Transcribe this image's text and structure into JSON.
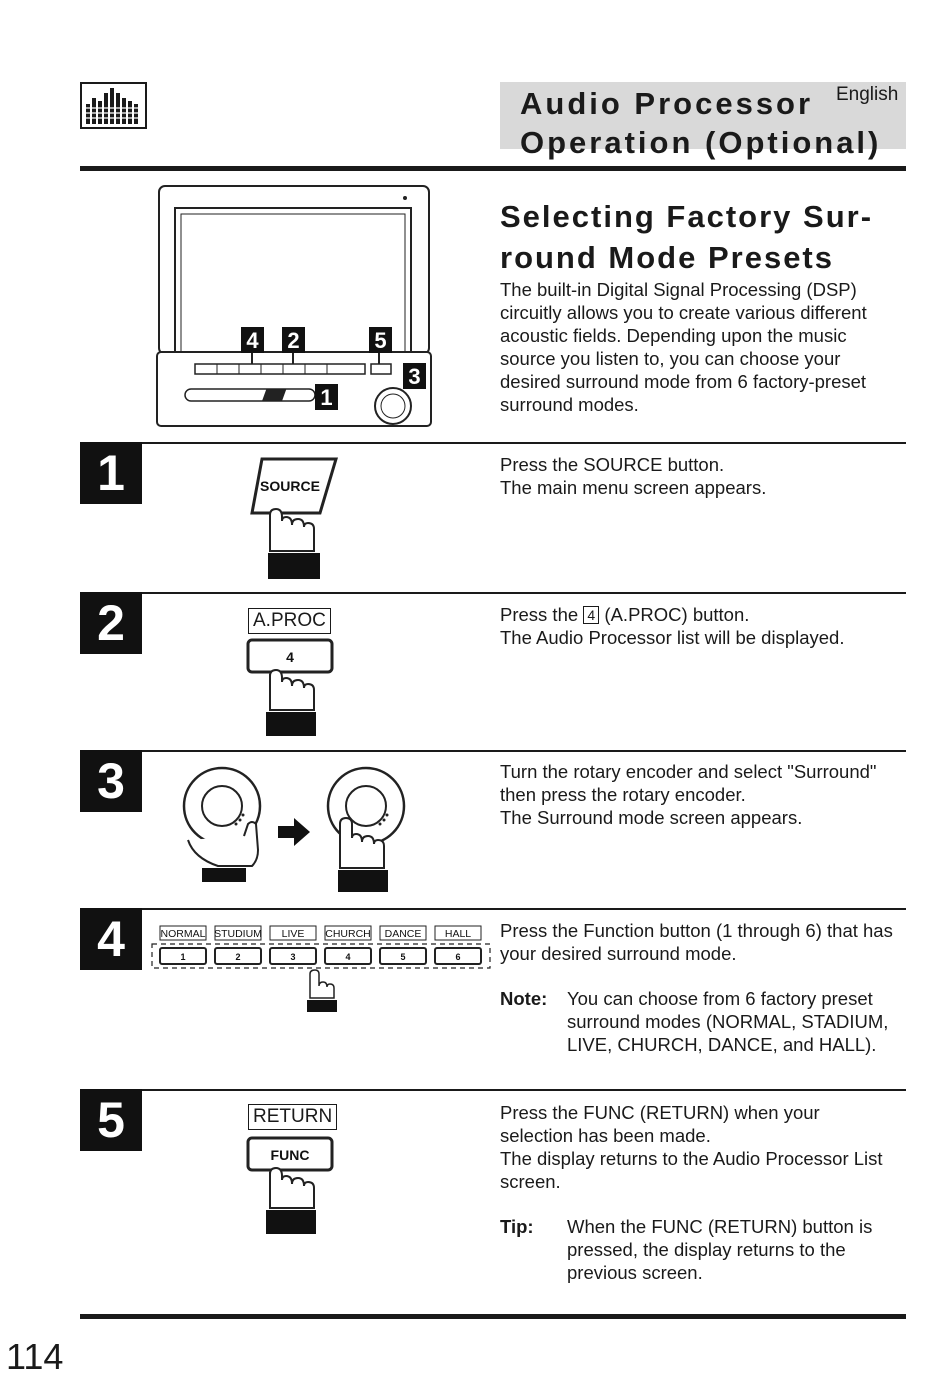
{
  "header": {
    "title_line1": "Audio Processor",
    "title_line2": "Operation (Optional)",
    "language": "English"
  },
  "section": {
    "title_line1": "Selecting Factory Sur-",
    "title_line2": "round Mode Presets",
    "intro": "The built-in Digital Signal Processing (DSP) circuitly allows you to create various different acoustic fields. Depending upon the music source you listen to, you can choose your desired surround mode from 6 factory-preset surround modes."
  },
  "device_callouts": [
    "4",
    "2",
    "5",
    "3",
    "1"
  ],
  "steps": [
    {
      "number": "1",
      "button_label": "SOURCE",
      "lines": [
        "Press the SOURCE button.",
        "The main menu screen appears."
      ]
    },
    {
      "number": "2",
      "label_box": "A.PROC",
      "key": "4",
      "line1_pre": "Press the ",
      "line1_key": "4",
      "line1_post": " (A.PROC) button.",
      "line2": "The Audio Processor list will be displayed."
    },
    {
      "number": "3",
      "lines": [
        "Turn the rotary encoder and select \"Surround\"",
        "then press the rotary encoder.",
        "The Surround mode screen appears."
      ]
    },
    {
      "number": "4",
      "modes": [
        "NORMAL",
        "STUDIUM",
        "LIVE",
        "CHURCH",
        "DANCE",
        "HALL"
      ],
      "keys": [
        "1",
        "2",
        "3",
        "4",
        "5",
        "6"
      ],
      "lines": [
        "Press the Function button (1 through 6) that has",
        "your desired surround mode."
      ],
      "note_label": "Note:",
      "note_text": "You can choose from 6 factory preset surround modes (NORMAL, STADIUM, LIVE, CHURCH, DANCE, and HALL)."
    },
    {
      "number": "5",
      "label_box": "RETURN",
      "button_label": "FUNC",
      "lines": [
        "Press the FUNC (RETURN) when your",
        "selection has been made.",
        "The display returns to the Audio Processor List",
        "screen."
      ],
      "tip_label": "Tip:",
      "tip_text": "When the FUNC (RETURN) button is pressed, the display returns to the previous screen."
    }
  ],
  "page_number": "114"
}
